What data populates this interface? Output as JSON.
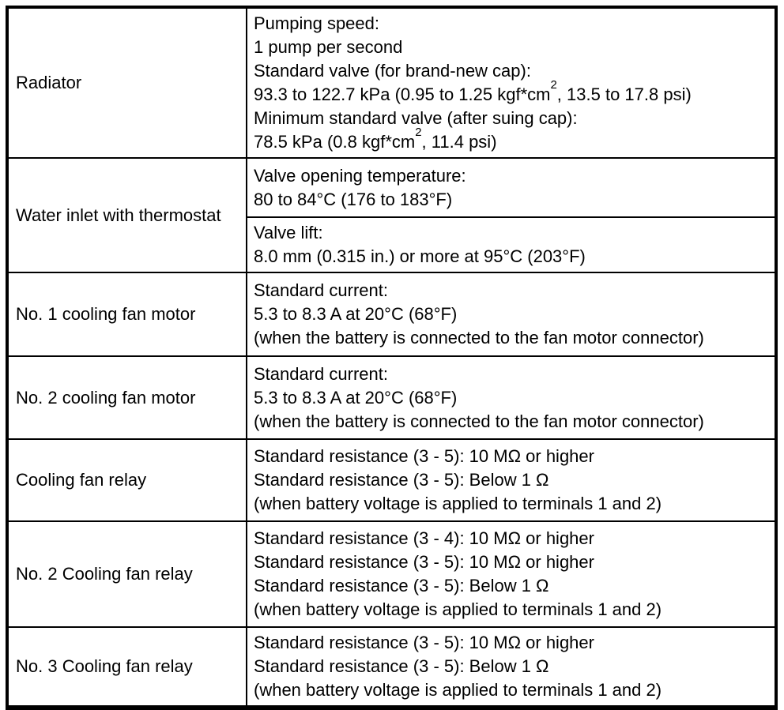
{
  "table": {
    "rows": [
      {
        "component": "Radiator",
        "cells": [
          {
            "lines": [
              {
                "text": "Pumping speed:"
              },
              {
                "text": "1 pump per second"
              },
              {
                "text": "Standard valve (for brand-new cap):"
              },
              {
                "pre": "93.3 to 122.7 kPa (0.95 to 1.25 kgf*cm",
                "sup": "2",
                "post": ", 13.5 to 17.8 psi)"
              },
              {
                "text": "Minimum standard valve (after suing cap):"
              },
              {
                "pre": "78.5 kPa (0.8 kgf*cm",
                "sup": "2",
                "post": ", 11.4 psi)"
              }
            ]
          }
        ]
      },
      {
        "component": "Water inlet with thermostat",
        "cells": [
          {
            "lines": [
              {
                "text": "Valve opening temperature:"
              },
              {
                "text": "80 to 84°C (176 to 183°F)"
              }
            ]
          },
          {
            "lines": [
              {
                "text": "Valve lift:"
              },
              {
                "text": "8.0 mm (0.315 in.) or more at 95°C (203°F)"
              }
            ]
          }
        ]
      },
      {
        "component": "No. 1 cooling fan motor",
        "cells": [
          {
            "lines": [
              {
                "text": "Standard current:"
              },
              {
                "text": "5.3 to 8.3 A at 20°C (68°F)"
              },
              {
                "text": "(when the battery is connected to the fan motor connector)"
              }
            ]
          }
        ]
      },
      {
        "component": "No. 2 cooling fan motor",
        "cells": [
          {
            "lines": [
              {
                "text": "Standard current:"
              },
              {
                "text": "5.3 to 8.3 A at 20°C (68°F)"
              },
              {
                "text": "(when the battery is connected to the fan motor connector)"
              }
            ]
          }
        ]
      },
      {
        "component": "Cooling fan relay",
        "cells": [
          {
            "lines": [
              {
                "text": "Standard resistance (3 - 5): 10 MΩ or higher"
              },
              {
                "text": "Standard resistance (3 - 5): Below 1 Ω"
              },
              {
                "text": "(when battery voltage is applied to terminals 1 and 2)"
              }
            ]
          }
        ]
      },
      {
        "component": "No. 2 Cooling fan relay",
        "cells": [
          {
            "lines": [
              {
                "text": "Standard resistance (3 - 4): 10 MΩ or higher"
              },
              {
                "text": "Standard resistance (3 - 5): 10 MΩ or higher"
              },
              {
                "text": "Standard resistance (3 - 5): Below 1 Ω"
              },
              {
                "text": "(when battery voltage is applied to terminals 1 and 2)"
              }
            ]
          }
        ]
      },
      {
        "component": "No. 3 Cooling fan relay",
        "cells": [
          {
            "lines": [
              {
                "text": "Standard resistance (3 - 5): 10 MΩ or higher"
              },
              {
                "text": "Standard resistance (3 - 5): Below 1 Ω"
              },
              {
                "text": "(when battery voltage is applied to terminals 1 and 2)"
              }
            ]
          }
        ]
      }
    ]
  }
}
